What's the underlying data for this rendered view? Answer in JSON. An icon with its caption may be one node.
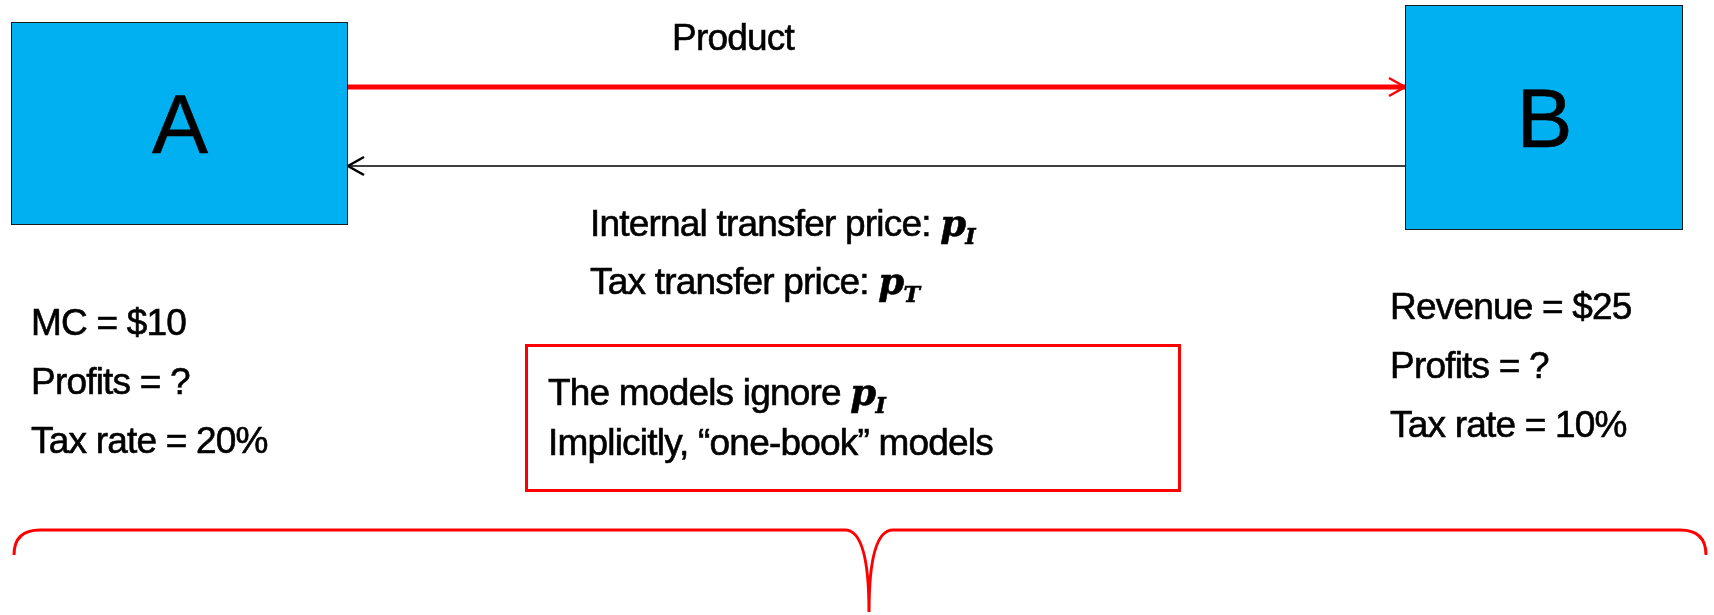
{
  "diagram": {
    "nodes": [
      {
        "text": [
          "A"
        ],
        "beside": [
          "MC = $10",
          "Profits =  ?",
          "Tax rate = 20%"
        ]
      },
      {
        "text": [
          "B"
        ],
        "beside": [
          "Revenue = $25",
          "Profits =  ?",
          "Tax rate = 10%"
        ]
      },
      {
        "text": [
          "The models ignore **p**$_{I}$",
          "Implicitly, “one-book” models"
        ]
      }
    ],
    "edges": [
      {
        "from": 0,
        "to": 1,
        "arrow": "to",
        "label": "Product",
        "style": "thick",
        "color": "#ff0000"
      },
      {
        "from": 1,
        "to": 0,
        "arrow": "to",
        "color": "#000000"
      }
    ],
    "labels": [
      "Internal transfer price: **p**$_{I}$",
      "Tax transfer price: **p**$_{T}$"
    ]
  }
}
